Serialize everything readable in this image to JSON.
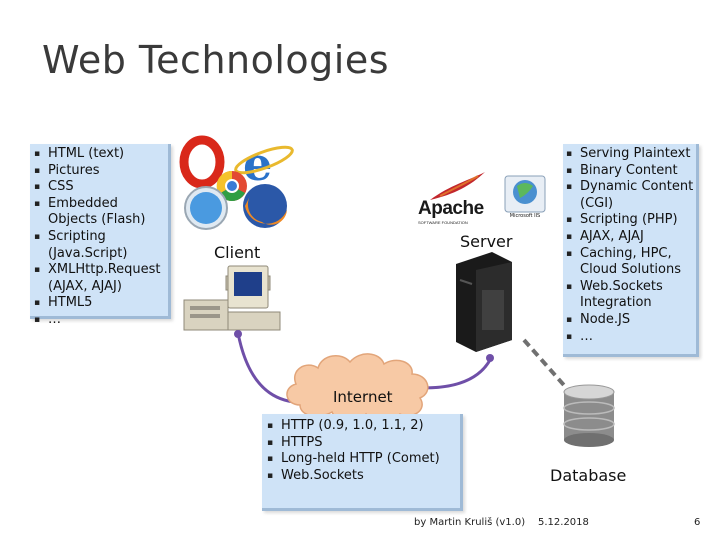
{
  "title": "Web Technologies",
  "client_box": {
    "items": [
      "HTML (text)",
      "Pictures",
      "CSS",
      "Embedded Objects (Flash)",
      "Scripting (Java.Script)",
      "XMLHttp.Request (AJAX, AJAJ)",
      "HTML5",
      "…"
    ]
  },
  "server_box": {
    "items": [
      "Serving Plaintext",
      "Binary Content",
      "Dynamic Content (CGI)",
      "Scripting (PHP)",
      "AJAX, AJAJ",
      "Caching, HPC, Cloud Solutions",
      "Web.Sockets Integration",
      "Node.JS",
      "…"
    ]
  },
  "protocol_box": {
    "items": [
      "HTTP (0.9, 1.0, 1.1, 2)",
      "HTTPS",
      "Long-held HTTP (Comet)",
      "Web.Sockets"
    ]
  },
  "labels": {
    "client": "Client",
    "server": "Server",
    "internet": "Internet",
    "database": "Database",
    "apache": "Apache",
    "apache_sub": "SOFTWARE FOUNDATION",
    "iis": "Microsoft IIS"
  },
  "footer": {
    "author": "by Martin Kruliš (v1.0)",
    "date": "5.12.2018",
    "page": "6"
  },
  "colors": {
    "box_bg": "#cfe3f7",
    "cloud": "#f7c9a5",
    "arc": "#6f4fa8"
  }
}
